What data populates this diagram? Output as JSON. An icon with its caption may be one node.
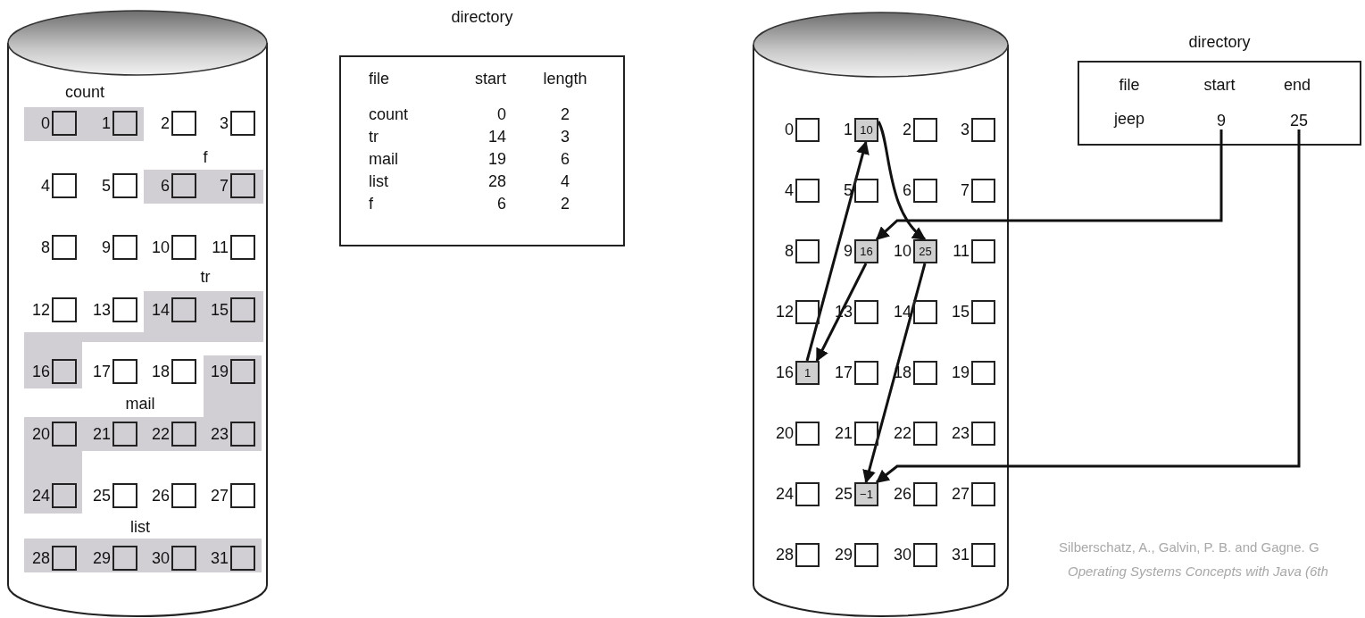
{
  "diagram": {
    "nodes": [
      {
        "text": [],
        "shape": "cylinder"
      },
      {
        "text": [
          "0"
        ],
        "in": 0
      },
      {
        "text": [
          "1"
        ],
        "in": 0
      },
      {
        "text": [
          "2"
        ],
        "in": 0
      },
      {
        "text": [
          "3"
        ],
        "in": 0
      },
      {
        "text": [
          "4"
        ],
        "in": 0
      },
      {
        "text": [
          "5"
        ],
        "in": 0
      },
      {
        "text": [
          "6"
        ],
        "in": 0
      },
      {
        "text": [
          "7"
        ],
        "in": 0
      },
      {
        "text": [
          "8"
        ],
        "in": 0
      },
      {
        "text": [
          "9"
        ],
        "in": 0
      },
      {
        "text": [
          "10"
        ],
        "in": 0
      },
      {
        "text": [
          "11"
        ],
        "in": 0
      },
      {
        "text": [
          "12"
        ],
        "in": 0
      },
      {
        "text": [
          "13"
        ],
        "in": 0
      },
      {
        "text": [
          "14"
        ],
        "in": 0
      },
      {
        "text": [
          "15"
        ],
        "in": 0
      },
      {
        "text": [
          "16"
        ],
        "in": 0
      },
      {
        "text": [
          "17"
        ],
        "in": 0
      },
      {
        "text": [
          "18"
        ],
        "in": 0
      },
      {
        "text": [
          "19"
        ],
        "in": 0
      },
      {
        "text": [
          "20"
        ],
        "in": 0
      },
      {
        "text": [
          "21"
        ],
        "in": 0
      },
      {
        "text": [
          "22"
        ],
        "in": 0
      },
      {
        "text": [
          "23"
        ],
        "in": 0
      },
      {
        "text": [
          "24"
        ],
        "in": 0
      },
      {
        "text": [
          "25"
        ],
        "in": 0
      },
      {
        "text": [
          "26"
        ],
        "in": 0
      },
      {
        "text": [
          "27"
        ],
        "in": 0
      },
      {
        "text": [
          "28"
        ],
        "in": 0
      },
      {
        "text": [
          "29"
        ],
        "in": 0
      },
      {
        "text": [
          "30"
        ],
        "in": 0
      },
      {
        "text": [
          "31"
        ],
        "in": 0
      },
      {
        "text": [
          "directory"
        ]
      },
      {
        "text": [],
        "shape": "cylinder"
      },
      {
        "text": [
          "0"
        ],
        "in": 34
      },
      {
        "text": [
          "1",
          "10"
        ],
        "in": 34
      },
      {
        "text": [
          "2"
        ],
        "in": 34
      },
      {
        "text": [
          "3"
        ],
        "in": 34
      },
      {
        "text": [
          "4"
        ],
        "in": 34
      },
      {
        "text": [
          "5"
        ],
        "in": 34
      },
      {
        "text": [
          "6"
        ],
        "in": 34
      },
      {
        "text": [
          "7"
        ],
        "in": 34
      },
      {
        "text": [
          "8"
        ],
        "in": 34
      },
      {
        "text": [
          "9",
          "16"
        ],
        "in": 34
      },
      {
        "text": [
          "10",
          "25"
        ],
        "in": 34
      },
      {
        "text": [
          "11"
        ],
        "in": 34
      },
      {
        "text": [
          "12"
        ],
        "in": 34
      },
      {
        "text": [
          "13"
        ],
        "in": 34
      },
      {
        "text": [
          "14"
        ],
        "in": 34
      },
      {
        "text": [
          "15"
        ],
        "in": 34
      },
      {
        "text": [
          "16",
          "1"
        ],
        "in": 34
      },
      {
        "text": [
          "17"
        ],
        "in": 34
      },
      {
        "text": [
          "18"
        ],
        "in": 34
      },
      {
        "text": [
          "19"
        ],
        "in": 34
      },
      {
        "text": [
          "20"
        ],
        "in": 34
      },
      {
        "text": [
          "21"
        ],
        "in": 34
      },
      {
        "text": [
          "22"
        ],
        "in": 34
      },
      {
        "text": [
          "23"
        ],
        "in": 34
      },
      {
        "text": [
          "24"
        ],
        "in": 34
      },
      {
        "text": [
          "25",
          "−1"
        ],
        "in": 34
      },
      {
        "text": [
          "26"
        ],
        "in": 34
      },
      {
        "text": [
          "27"
        ],
        "in": 34
      },
      {
        "text": [
          "28"
        ],
        "in": 34
      },
      {
        "text": [
          "29"
        ],
        "in": 34
      },
      {
        "text": [
          "30"
        ],
        "in": 34
      },
      {
        "text": [
          "31"
        ],
        "in": 34
      },
      {
        "text": [
          "directory"
        ]
      },
      {
        "text": [
          "9"
        ],
        "in": 67
      },
      {
        "text": [
          "25"
        ],
        "in": 67
      }
    ],
    "edges": [
      {
        "from": 68,
        "to": 44,
        "arrow": "to"
      },
      {
        "from": 69,
        "to": 60,
        "arrow": "to"
      },
      {
        "from": 44,
        "to": 51,
        "arrow": "to"
      },
      {
        "from": 51,
        "to": 36,
        "arrow": "to"
      },
      {
        "from": 36,
        "to": 45,
        "arrow": "to"
      },
      {
        "from": 45,
        "to": 60,
        "arrow": "to"
      }
    ],
    "labels": [
      "count",
      "f",
      "tr",
      "mail",
      "list",
      "file",
      "start",
      "length",
      "count",
      "0",
      "2",
      "tr",
      "14",
      "3",
      "mail",
      "19",
      "6",
      "list",
      "28",
      "4",
      "f",
      "6",
      "2",
      "file",
      "start",
      "end",
      "jeep",
      "Silberschatz, A., Galvin, P. B. and Gagne. G",
      "Operating Systems Concepts with Java (6th"
    ]
  }
}
